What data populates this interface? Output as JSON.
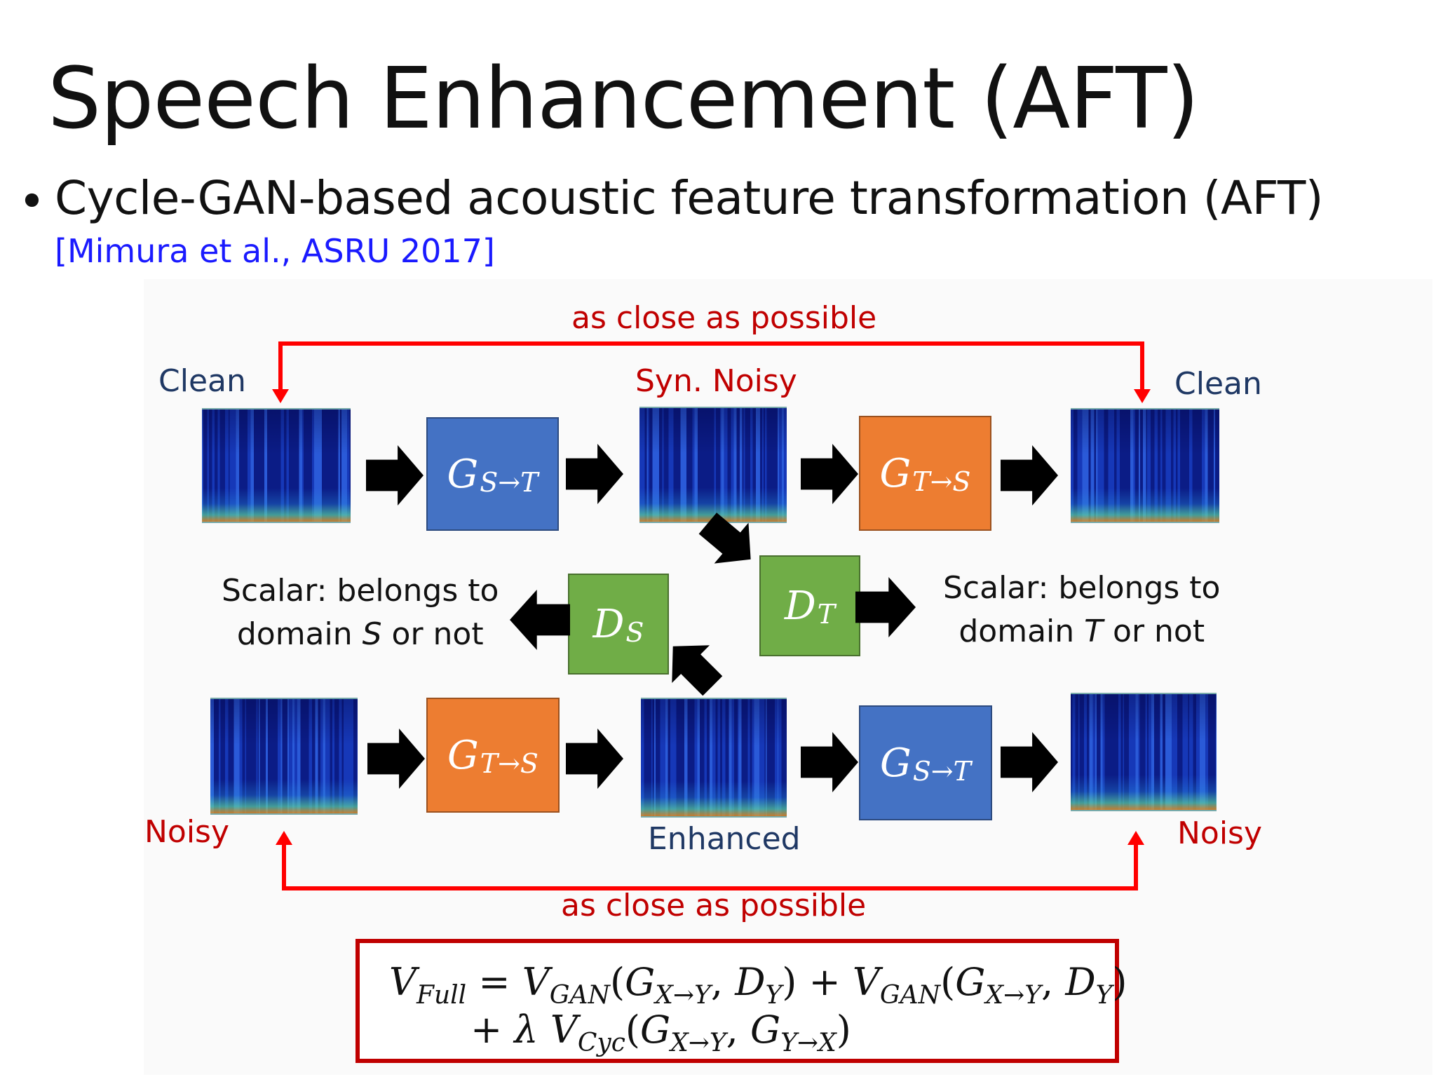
{
  "slide": {
    "title": "Speech Enhancement (AFT)",
    "bullet": "Cycle-GAN-based acoustic feature transformation (AFT)",
    "reference": "[Mimura et al., ASRU 2017]"
  },
  "diagram": {
    "top_constraint": "as close as possible",
    "bottom_constraint": "as close as possible",
    "labels": {
      "clean_left": "Clean",
      "syn_noisy": "Syn. Noisy",
      "clean_right": "Clean",
      "noisy_left": "Noisy",
      "enhanced": "Enhanced",
      "noisy_right": "Noisy"
    },
    "generators": {
      "top_1": {
        "main": "G",
        "sub": "S→T"
      },
      "top_2": {
        "main": "G",
        "sub": "T→S"
      },
      "bottom_1": {
        "main": "G",
        "sub": "T→S"
      },
      "bottom_2": {
        "main": "G",
        "sub": "S→T"
      }
    },
    "discriminators": {
      "d_t": {
        "main": "D",
        "sub": "T"
      },
      "d_s": {
        "main": "D",
        "sub": "S"
      }
    },
    "scalar_left": {
      "line1": "Scalar: belongs to",
      "pre": "domain ",
      "var": "S",
      "post": " or not"
    },
    "scalar_right": {
      "line1": "Scalar: belongs to",
      "pre": "domain ",
      "var": "T",
      "post": " or not"
    },
    "colors": {
      "generator_a": "#4472c4",
      "generator_b": "#ed7d31",
      "discriminator": "#70ad47",
      "constraint": "#c00000",
      "label_dark": "#1f3864"
    }
  },
  "formula": {
    "line1": "V_Full = V_GAN(G_X→Y, D_Y) + V_GAN(G_X→Y, D_Y)",
    "line2": "+ λ V_Cyc(G_X→Y, G_Y→X)"
  }
}
